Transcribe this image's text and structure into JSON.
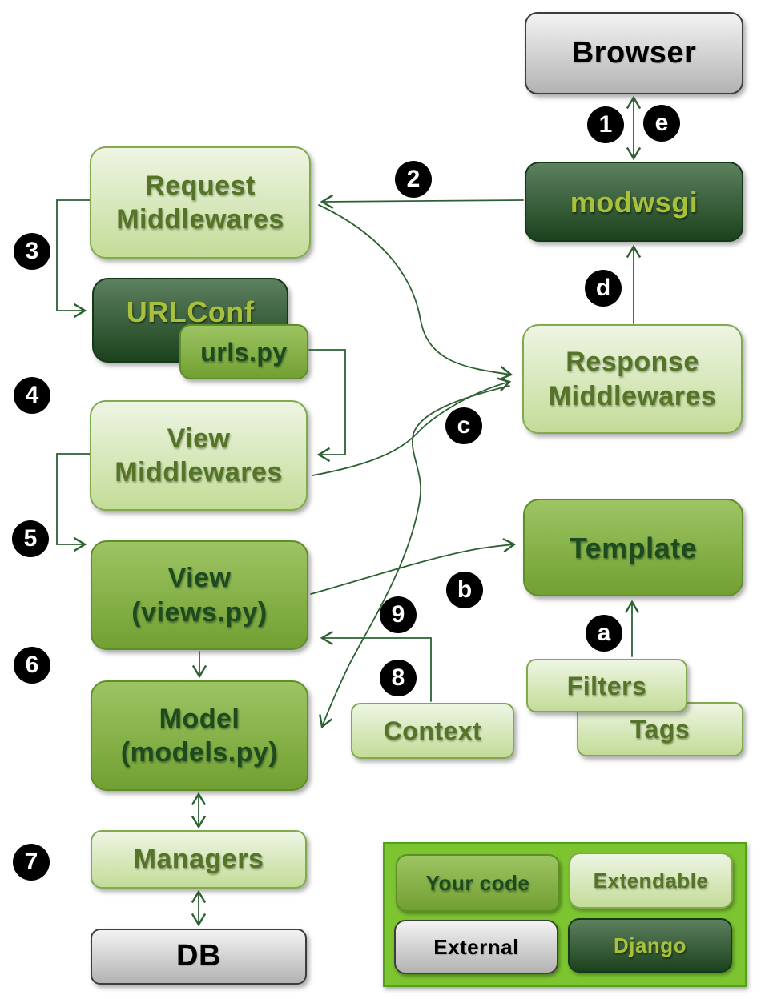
{
  "nodes": {
    "browser": {
      "label": "Browser",
      "category": "external"
    },
    "modwsgi": {
      "label": "modwsgi",
      "category": "django"
    },
    "request_middlewares": {
      "lines": [
        "Request",
        "Middlewares"
      ],
      "category": "extendable"
    },
    "urlconf": {
      "label": "URLConf",
      "category": "django"
    },
    "urls_py": {
      "label": "urls.py",
      "category": "your_code"
    },
    "view_middlewares": {
      "lines": [
        "View",
        "Middlewares"
      ],
      "category": "extendable"
    },
    "view": {
      "lines": [
        "View",
        "(views.py)"
      ],
      "category": "your_code"
    },
    "model": {
      "lines": [
        "Model",
        "(models.py)"
      ],
      "category": "your_code"
    },
    "managers": {
      "label": "Managers",
      "category": "extendable"
    },
    "db": {
      "label": "DB",
      "category": "external"
    },
    "response_middlewares": {
      "lines": [
        "Response",
        "Middlewares"
      ],
      "category": "extendable"
    },
    "template": {
      "label": "Template",
      "category": "your_code"
    },
    "filters": {
      "label": "Filters",
      "category": "extendable"
    },
    "tags": {
      "label": "Tags",
      "category": "extendable"
    },
    "context": {
      "label": "Context",
      "category": "extendable"
    }
  },
  "steps": {
    "n1": "1",
    "n2": "2",
    "n3": "3",
    "n4": "4",
    "n5": "5",
    "n6": "6",
    "n7": "7",
    "n8": "8",
    "n9": "9",
    "la": "a",
    "lb": "b",
    "lc": "c",
    "ld": "d",
    "le": "e"
  },
  "legend": {
    "items": [
      {
        "label": "Your code",
        "category": "your_code"
      },
      {
        "label": "Extendable",
        "category": "extendable"
      },
      {
        "label": "External",
        "category": "external"
      },
      {
        "label": "Django",
        "category": "django"
      }
    ]
  },
  "colors": {
    "extendable_top": "#eef5e3",
    "extendable_bottom": "#c3dc98",
    "extendable_border": "#82a850",
    "extendable_text": "#557428",
    "your_code_top": "#9dc463",
    "your_code_bottom": "#72a032",
    "your_code_border": "#5d8f28",
    "your_code_text": "#1e4a1f",
    "django_top": "#5d805e",
    "django_bottom": "#1b421d",
    "django_border": "#143918",
    "django_text": "#a9c03b",
    "external_top": "#f3f3f3",
    "external_bottom": "#b3b3b3",
    "external_border": "#3d3d3d",
    "external_text": "#000000",
    "legend_bg": "#7cc531",
    "legend_border": "#55a11d",
    "connector": "#2d6132",
    "badge_bg": "#000000",
    "badge_text": "#ffffff"
  }
}
